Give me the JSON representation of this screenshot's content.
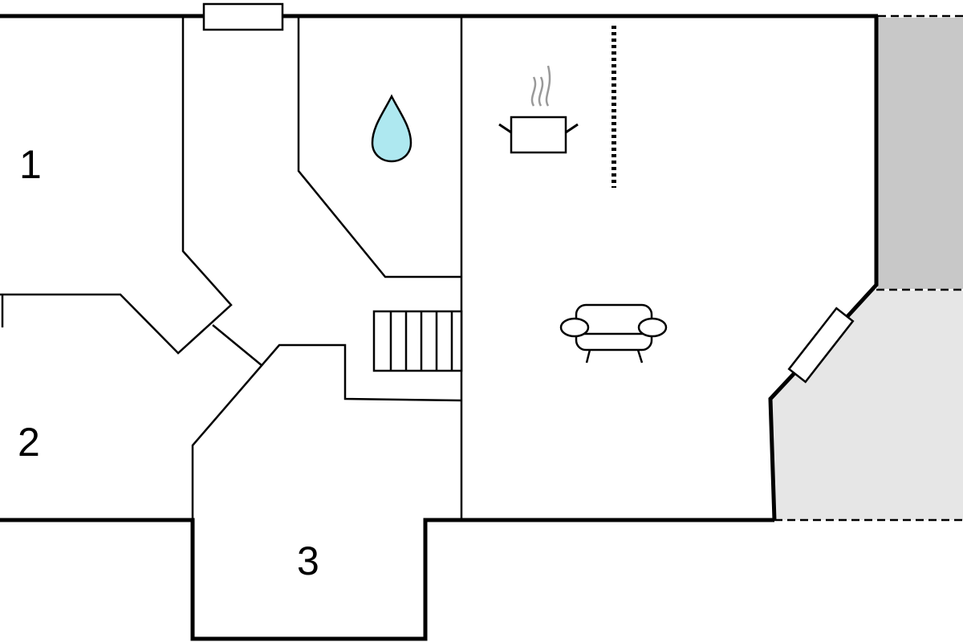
{
  "rooms": {
    "room1": "1",
    "room2": "2",
    "room3": "3"
  },
  "icons": [
    "water-drop-icon",
    "cooking-pot-icon",
    "sofa-icon",
    "stairs-icon",
    "window-icon"
  ],
  "colors": {
    "wall": "#000000",
    "water": "#aee8f0",
    "terrace_dark": "#c8c8c8",
    "terrace_light": "#e6e6e6"
  }
}
